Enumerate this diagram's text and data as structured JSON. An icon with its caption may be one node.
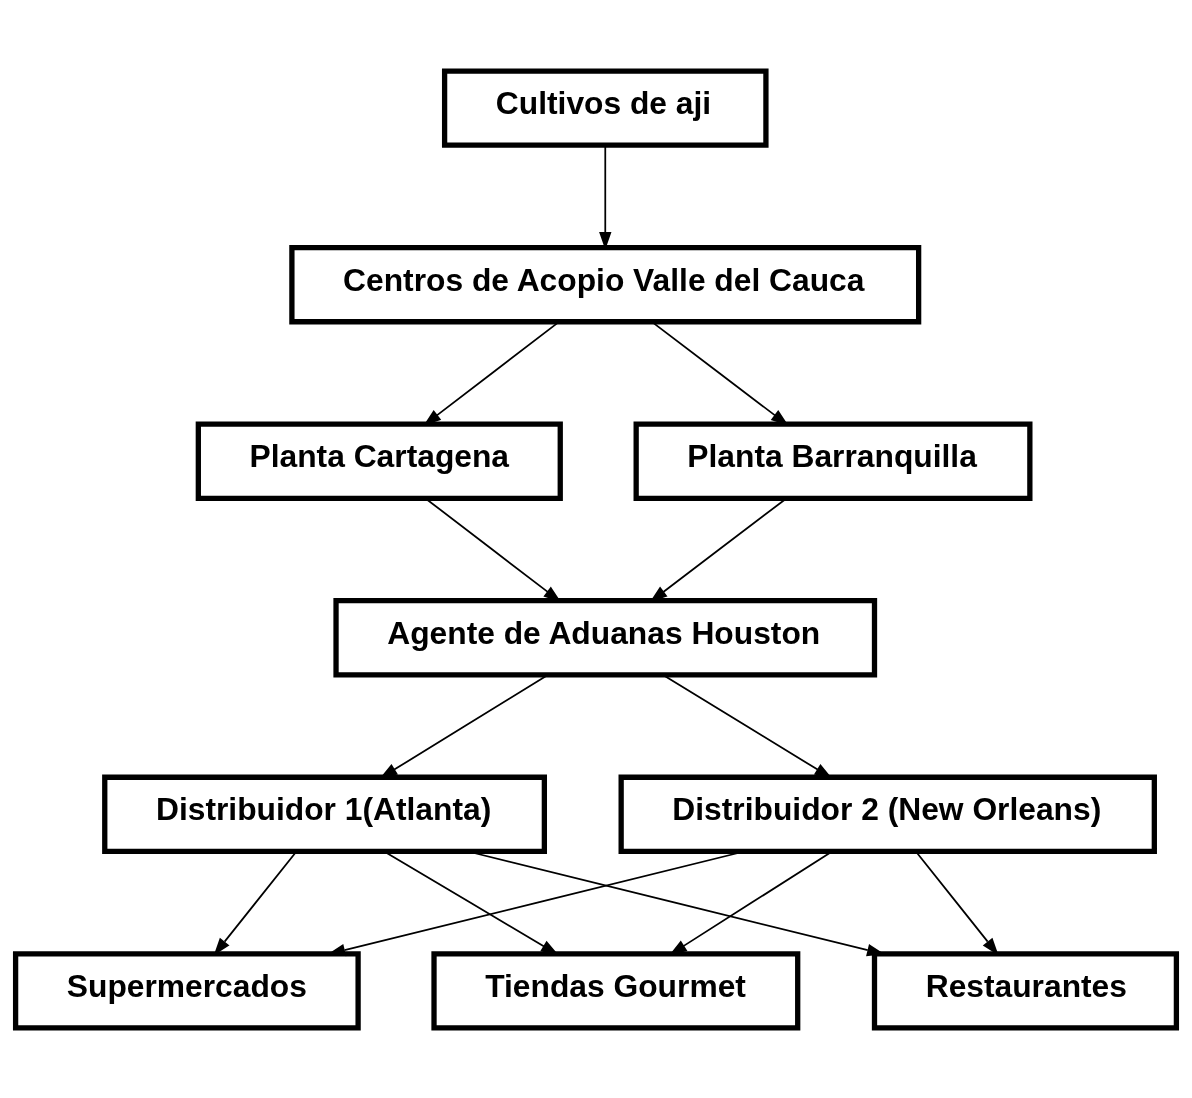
{
  "diagram": {
    "nodes": [
      {
        "text": [
          "Cultivos de aji"
        ]
      },
      {
        "text": [
          "Centros de Acopio Valle del Cauca"
        ]
      },
      {
        "text": [
          "Planta Cartagena"
        ]
      },
      {
        "text": [
          "Planta Barranquilla"
        ]
      },
      {
        "text": [
          "Agente de Aduanas Houston"
        ]
      },
      {
        "text": [
          "Distribuidor 1(Atlanta)"
        ]
      },
      {
        "text": [
          "Distribuidor 2 (New Orleans)"
        ]
      },
      {
        "text": [
          "Supermercados"
        ]
      },
      {
        "text": [
          "Tiendas Gourmet"
        ]
      },
      {
        "text": [
          "Restaurantes"
        ]
      }
    ],
    "edges": [
      {
        "from": 0,
        "to": 1,
        "arrow": "to"
      },
      {
        "from": 1,
        "to": 2,
        "arrow": "to"
      },
      {
        "from": 1,
        "to": 3,
        "arrow": "to"
      },
      {
        "from": 2,
        "to": 4,
        "arrow": "to"
      },
      {
        "from": 3,
        "to": 4,
        "arrow": "to"
      },
      {
        "from": 4,
        "to": 5,
        "arrow": "to"
      },
      {
        "from": 4,
        "to": 6,
        "arrow": "to"
      },
      {
        "from": 5,
        "to": 7,
        "arrow": "to"
      },
      {
        "from": 5,
        "to": 8,
        "arrow": "to"
      },
      {
        "from": 5,
        "to": 9,
        "arrow": "to"
      },
      {
        "from": 6,
        "to": 7,
        "arrow": "to"
      },
      {
        "from": 6,
        "to": 8,
        "arrow": "to"
      },
      {
        "from": 6,
        "to": 9,
        "arrow": "to"
      }
    ]
  }
}
